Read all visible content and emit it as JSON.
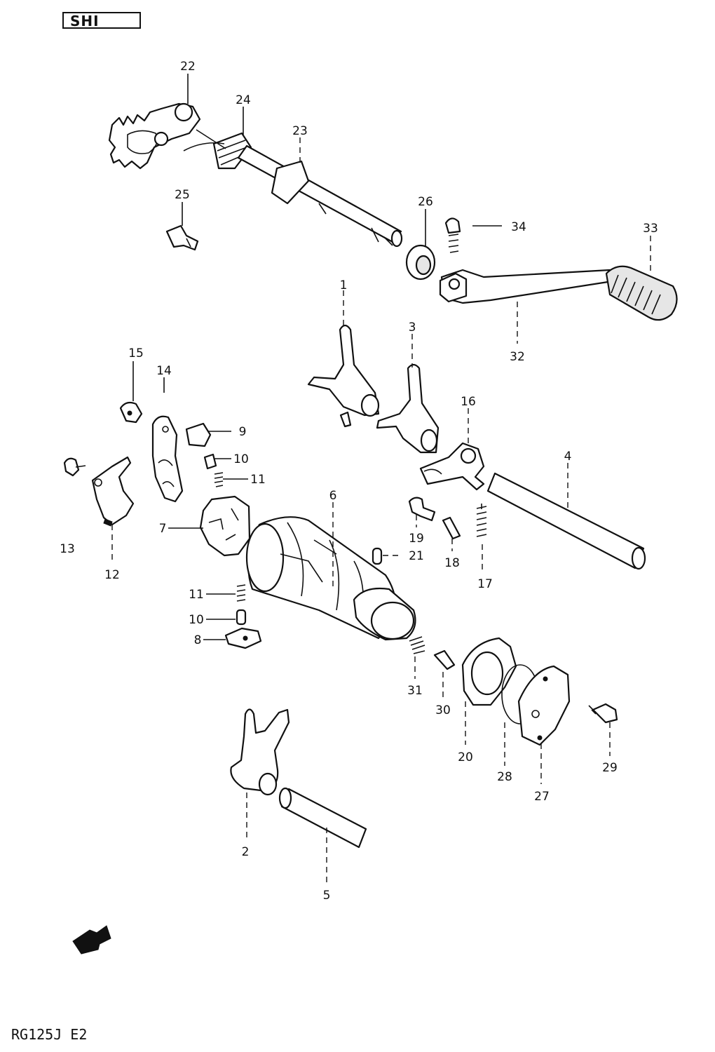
{
  "header_text": "SHI",
  "footer_code": "RG125J E2",
  "callouts": [
    {
      "n": "1"
    },
    {
      "n": "2"
    },
    {
      "n": "3"
    },
    {
      "n": "4"
    },
    {
      "n": "5"
    },
    {
      "n": "6"
    },
    {
      "n": "7"
    },
    {
      "n": "8"
    },
    {
      "n": "9"
    },
    {
      "n": "10"
    },
    {
      "n": "10"
    },
    {
      "n": "11"
    },
    {
      "n": "11"
    },
    {
      "n": "12"
    },
    {
      "n": "13"
    },
    {
      "n": "14"
    },
    {
      "n": "15"
    },
    {
      "n": "16"
    },
    {
      "n": "17"
    },
    {
      "n": "18"
    },
    {
      "n": "19"
    },
    {
      "n": "20"
    },
    {
      "n": "21"
    },
    {
      "n": "22"
    },
    {
      "n": "23"
    },
    {
      "n": "24"
    },
    {
      "n": "25"
    },
    {
      "n": "26"
    },
    {
      "n": "27"
    },
    {
      "n": "28"
    },
    {
      "n": "29"
    },
    {
      "n": "30"
    },
    {
      "n": "31"
    },
    {
      "n": "32"
    },
    {
      "n": "33"
    },
    {
      "n": "34"
    }
  ]
}
